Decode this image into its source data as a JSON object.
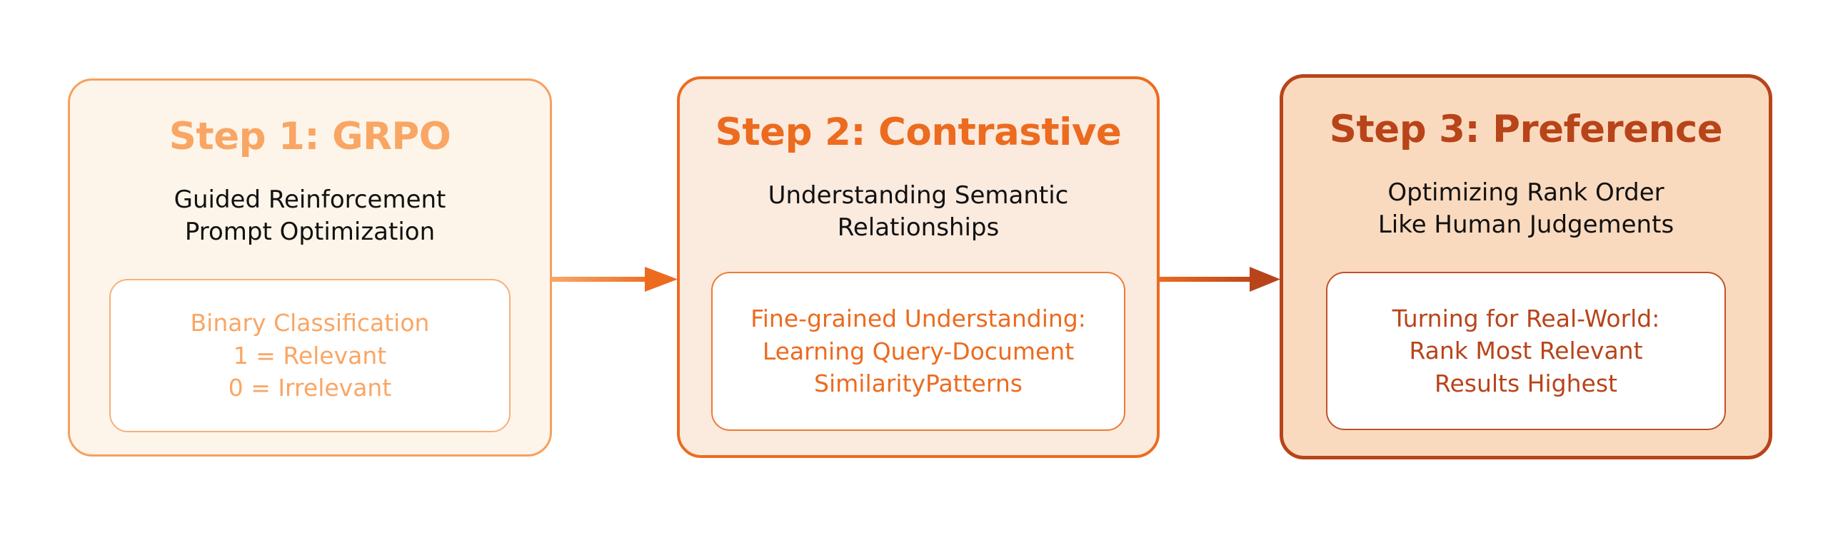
{
  "diagram": {
    "background_color": "#FFFFFF",
    "steps": [
      {
        "title": "Step 1: GRPO",
        "subtitle": "Guided Reinforcement\nPrompt Optimization",
        "detail": "Binary Classification\n1 = Relevant\n0 = Irrelevant",
        "accent_color": "#F9A665",
        "border_color": "#F6A05E",
        "fill_color": "#FDF5EA",
        "inner_border_color": "#F6B079",
        "inner_fill_color": "#FFFFFF"
      },
      {
        "title": "Step 2: Contrastive",
        "subtitle": "Understanding Semantic\nRelationships",
        "detail": "Fine-grained Understanding:\nLearning Query-Document\nSimilarityPatterns",
        "accent_color": "#EC6B1F",
        "border_color": "#EC6B1F",
        "fill_color": "#FBEADE",
        "inner_border_color": "#EE7B33",
        "inner_fill_color": "#FFFFFF"
      },
      {
        "title": "Step 3: Preference",
        "subtitle": "Optimizing Rank Order\nLike Human Judgements",
        "detail": "Turning for Real-World:\nRank Most Relevant\nResults Highest",
        "accent_color": "#B8441A",
        "border_color": "#B8441A",
        "fill_color": "#FADABE",
        "inner_border_color": "#C0522A",
        "inner_fill_color": "#FFFFFF"
      }
    ],
    "connectors": [
      {
        "name": "arrow-step1-to-step2",
        "from": "Step 1: GRPO",
        "to": "Step 2: Contrastive",
        "start_color": "#F9A665",
        "end_color": "#EC6B1F"
      },
      {
        "name": "arrow-step2-to-step3",
        "from": "Step 2: Contrastive",
        "to": "Step 3: Preference",
        "start_color": "#EC6B1F",
        "end_color": "#B8441A"
      }
    ]
  }
}
